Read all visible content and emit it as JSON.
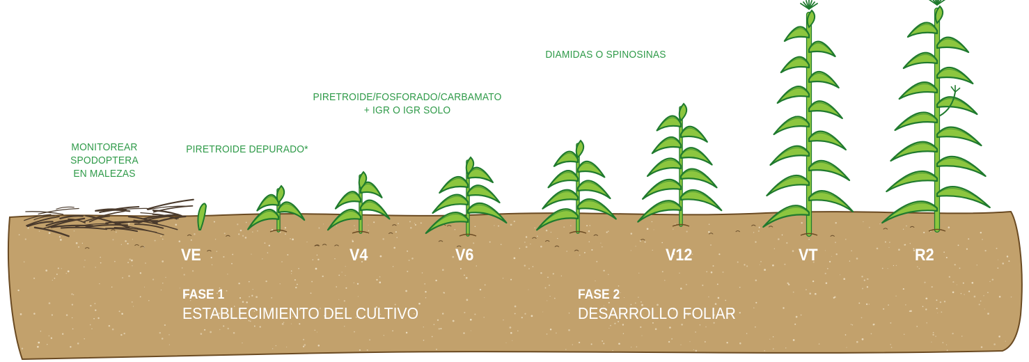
{
  "colors": {
    "soil": "#c2a16c",
    "soil_outline": "#6a4a22",
    "plant_dark": "#1f7a2e",
    "plant_light": "#8cc63f",
    "text_green": "#2e9a48",
    "label_white": "#ffffff",
    "weeds": "#4a3a2c"
  },
  "annotations": {
    "monitor": [
      "MONITOREAR",
      "SPODOPTERA",
      "EN MALEZAS"
    ],
    "piretroide": "PIRETROIDE DEPURADO*",
    "mix": [
      "PIRETROIDE/FOSFORADO/CARBAMATO",
      "+ IGR O IGR SOLO"
    ],
    "diamidas": "DIAMIDAS O SPINOSINAS"
  },
  "stages": [
    "VE",
    "V4",
    "V6",
    "V12",
    "VT",
    "R2"
  ],
  "phases": [
    {
      "number": "FASE 1",
      "name": "ESTABLECIMIENTO DEL CULTIVO"
    },
    {
      "number": "FASE 2",
      "name": "DESARROLLO FOLIAR"
    }
  ],
  "icons": [
    "weeds-icon",
    "corn-plant-icon",
    "soil-icon"
  ]
}
